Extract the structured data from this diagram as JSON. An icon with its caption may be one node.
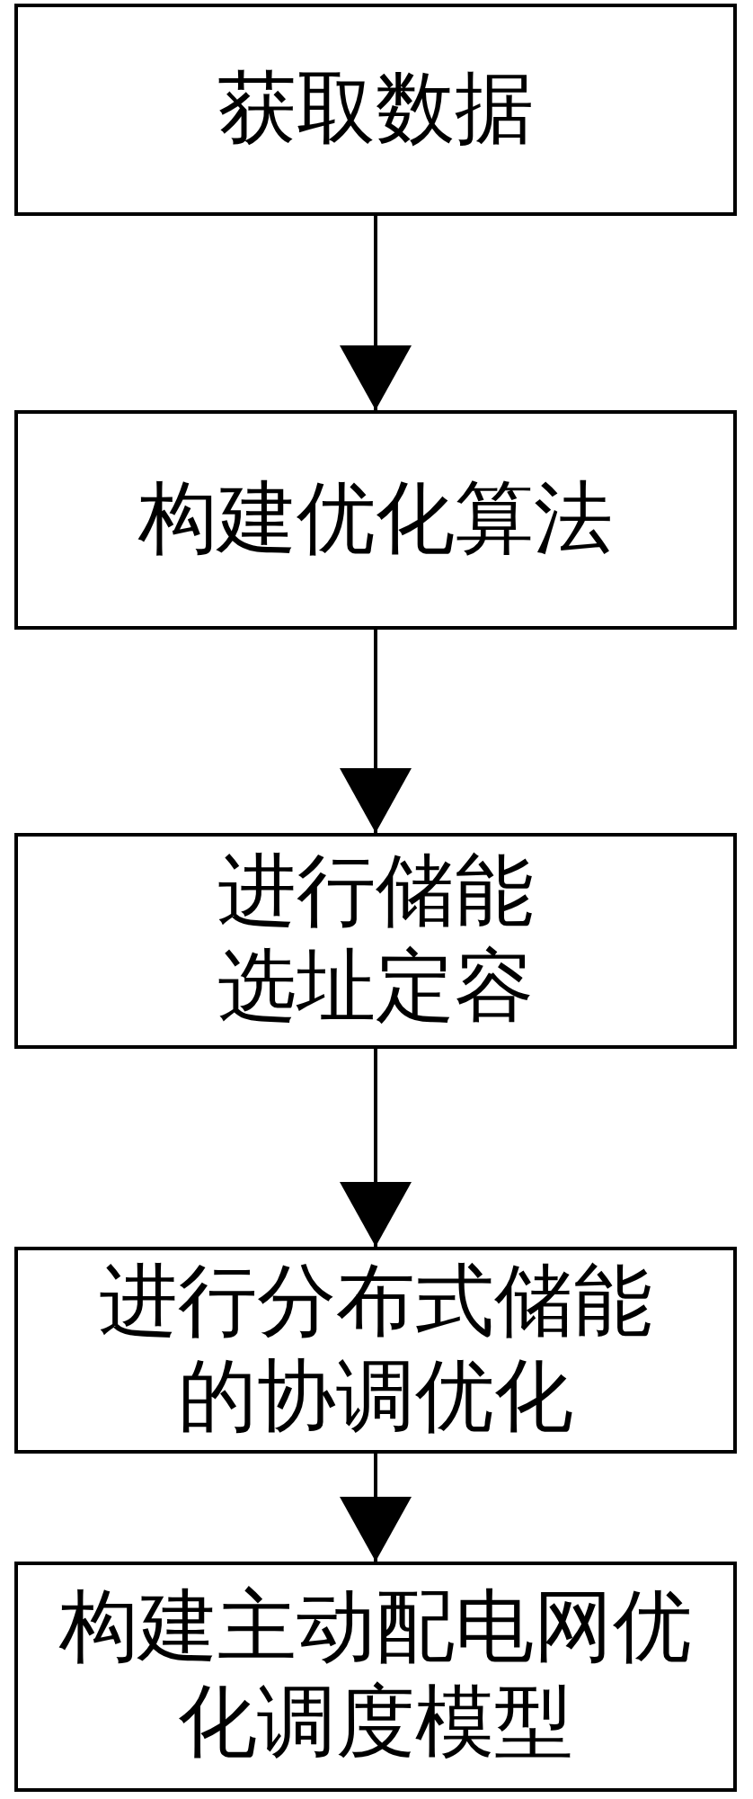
{
  "diagram": {
    "nodes": [
      {
        "text": [
          "获取数据"
        ]
      },
      {
        "text": [
          "构建优化算法"
        ]
      },
      {
        "text": [
          "进行储能选址定容"
        ]
      },
      {
        "text": [
          "进行分布式储能的协调优化"
        ]
      },
      {
        "text": [
          "构建主动配电网优化调度模型"
        ]
      }
    ],
    "edges": [
      {
        "from": 0,
        "to": 1,
        "arrow": "to"
      },
      {
        "from": 1,
        "to": 2,
        "arrow": "to"
      },
      {
        "from": 2,
        "to": 3,
        "arrow": "to"
      },
      {
        "from": 3,
        "to": 4,
        "arrow": "to"
      }
    ]
  }
}
